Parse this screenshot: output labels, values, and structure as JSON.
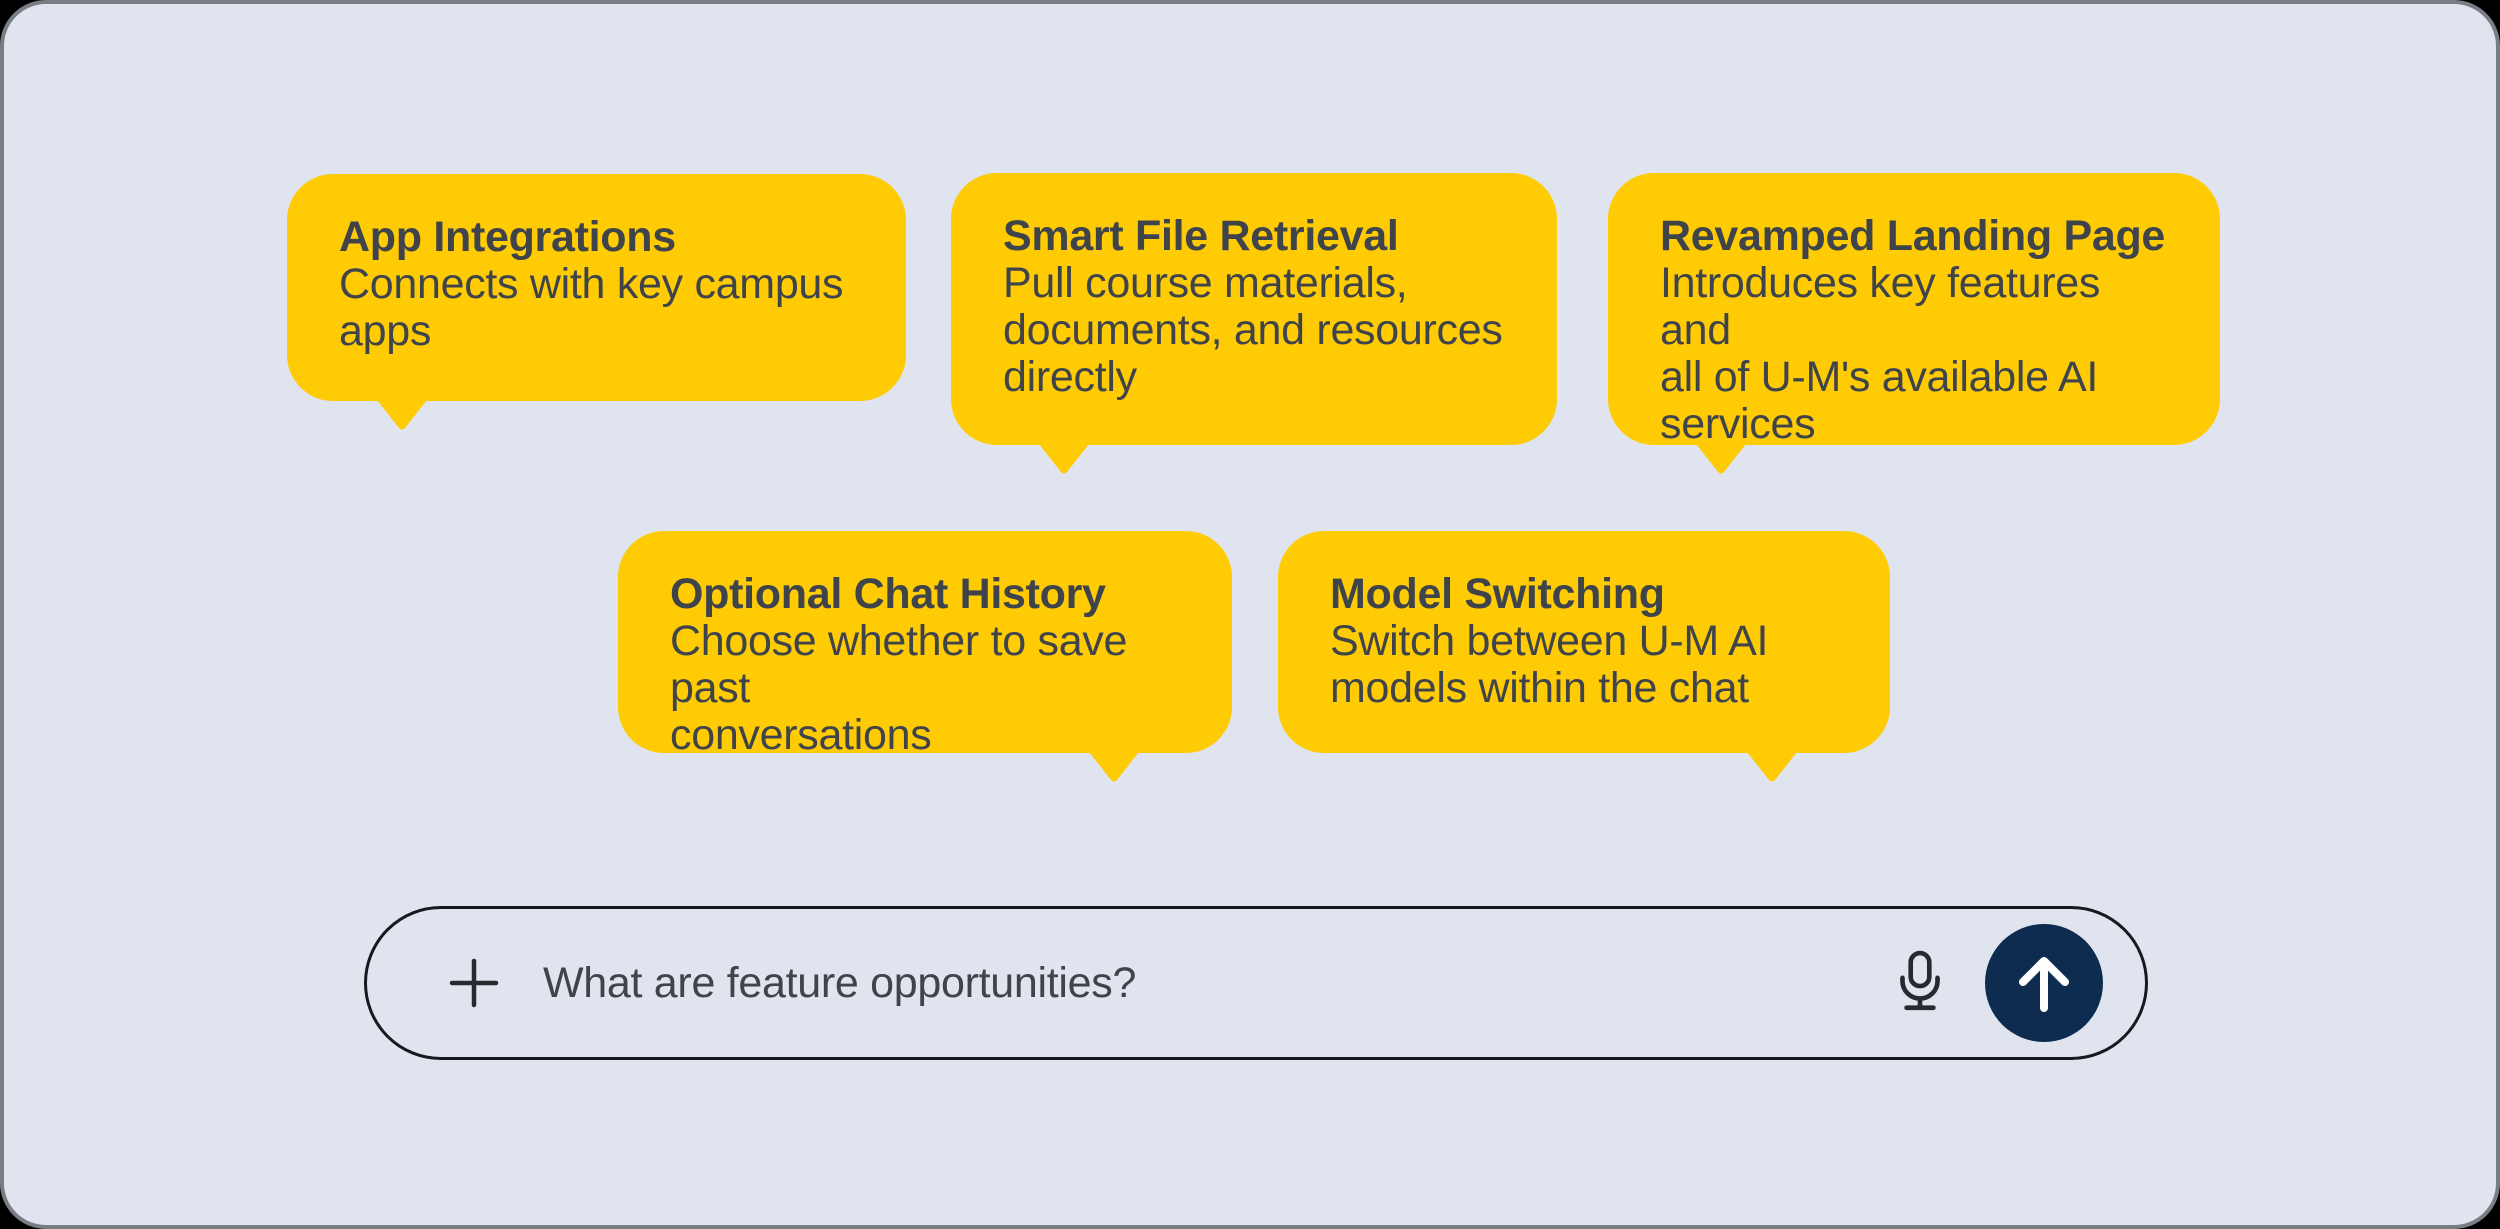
{
  "colors": {
    "background": "#dfe4ee",
    "frame_border": "#797e85",
    "maize": "#ffcb05",
    "navy": "#0d2c50",
    "text": "#3f444a",
    "icon": "#26292e",
    "input_border": "#16191e"
  },
  "bubbles": [
    {
      "title": "App Integrations",
      "lines": [
        "Connects with key campus",
        "apps"
      ]
    },
    {
      "title": "Smart File Retrieval",
      "lines": [
        "Pull course materials,",
        "documents, and resources",
        "directly"
      ]
    },
    {
      "title": "Revamped Landing Page",
      "lines": [
        "Introduces key features and",
        "all of U-M's available AI",
        "services"
      ]
    },
    {
      "title": "Optional Chat History",
      "lines": [
        "Choose whether to save past",
        "conversations"
      ]
    },
    {
      "title": "Model Switching",
      "lines": [
        "Switch between U-M AI",
        "models within the chat"
      ]
    }
  ],
  "input_bar": {
    "value": "What are feature opportunities?",
    "plus_icon": "plus-icon",
    "mic_icon": "microphone-icon",
    "send_icon": "arrow-up-icon"
  }
}
